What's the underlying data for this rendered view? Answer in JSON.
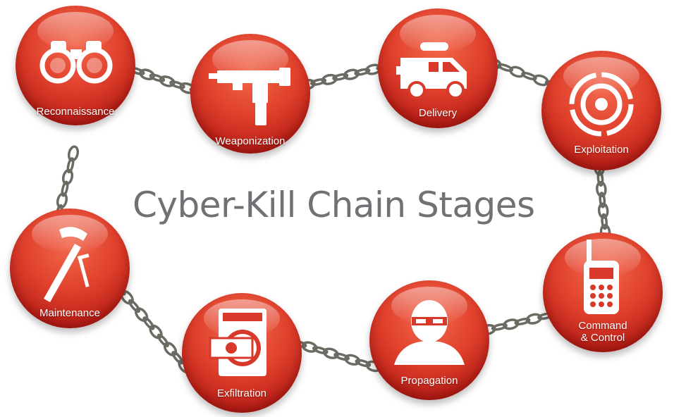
{
  "title": "Cyber-Kill Chain Stages",
  "colors": {
    "node": "#e0402c",
    "title": "#6f7175",
    "chain": "#6b6b63"
  },
  "stages": [
    {
      "label": "Reconnaissance",
      "icon": "binoculars-icon"
    },
    {
      "label": "Weaponization",
      "icon": "gun-icon"
    },
    {
      "label": "Delivery",
      "icon": "van-icon"
    },
    {
      "label": "Exploitation",
      "icon": "target-icon"
    },
    {
      "label": "Command\n& Control",
      "label_lines": [
        "Command",
        "& Control"
      ],
      "icon": "radio-icon"
    },
    {
      "label": "Propagation",
      "icon": "masked-person-icon"
    },
    {
      "label": "Exfiltration",
      "icon": "washing-machine-icon"
    },
    {
      "label": "Maintenance",
      "icon": "hammer-nail-icon"
    }
  ]
}
